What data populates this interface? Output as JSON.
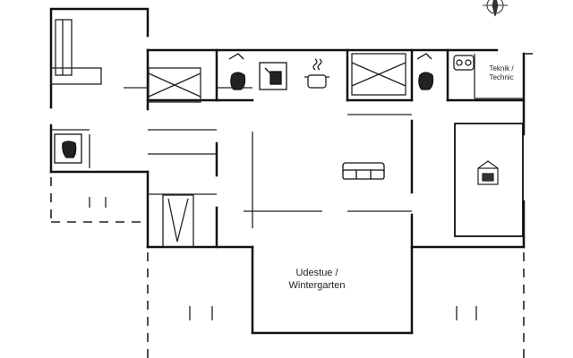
{
  "rooms": {
    "udestue_line1": "Udestue /",
    "udestue_line2": "Wintergarten",
    "teknik_line1": "Teknik /",
    "teknik_line2": "Technic"
  },
  "icons": [
    "compass-icon",
    "toilet-icon",
    "shower-icon",
    "sink-icon",
    "stove-icon",
    "sofa-icon",
    "fireplace-icon",
    "bed-icon",
    "washer-icon"
  ],
  "colors": {
    "wall": "#111111",
    "fixture": "#333333",
    "background": "#ffffff"
  }
}
